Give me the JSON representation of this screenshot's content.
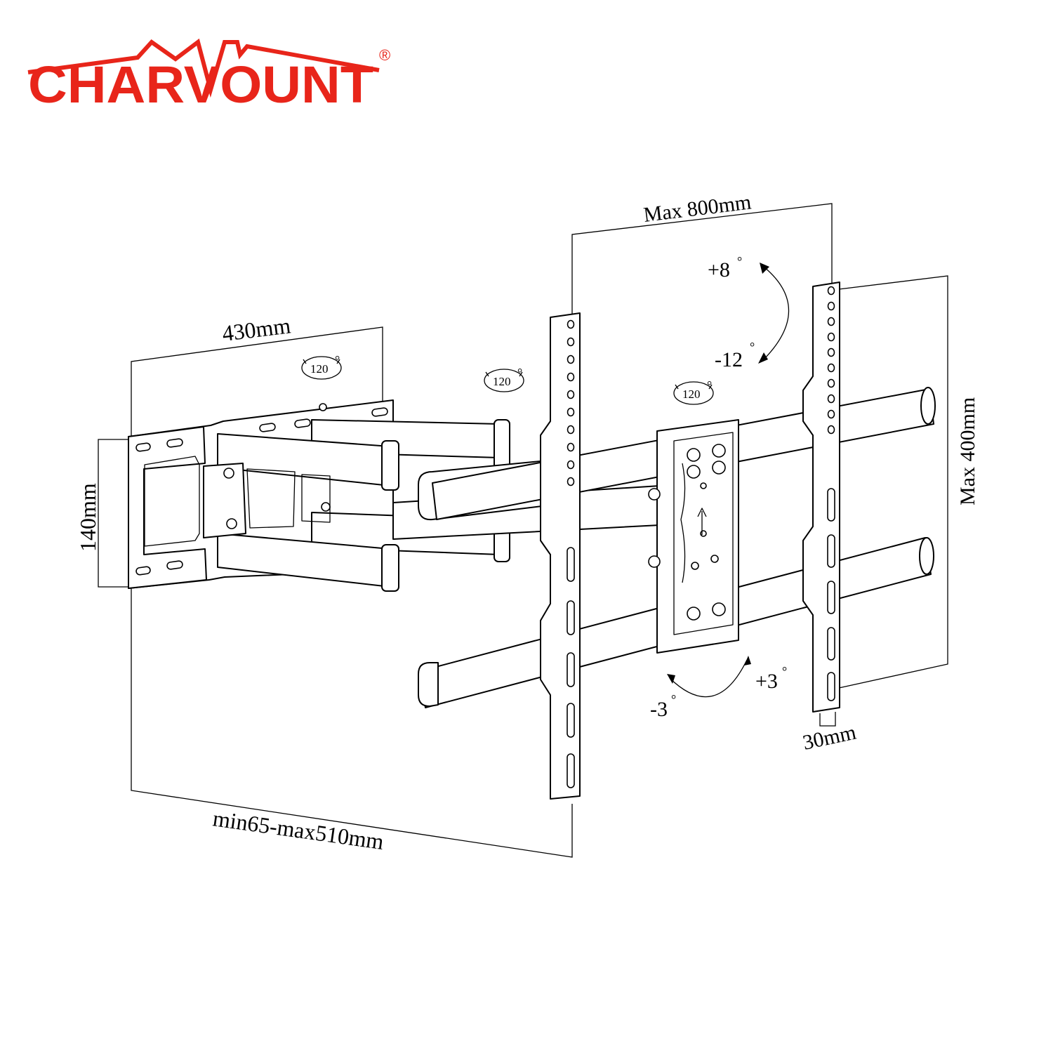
{
  "brand": {
    "name": "CHARVOUNT",
    "registered_mark": "®",
    "color": "#e8251a"
  },
  "dimensions": {
    "arm_width": "430mm",
    "wall_plate_height": "140mm",
    "extension": "min65-max510mm",
    "vesa_width": "Max 800mm",
    "vesa_height": "Max 400mm",
    "profile": "30mm"
  },
  "tilt": {
    "up": "+8",
    "down": "-12"
  },
  "level": {
    "minus": "-3",
    "plus": "+3"
  },
  "swivel_badges": [
    "120",
    "120",
    "120"
  ],
  "degree_symbol": "°",
  "line_color": "#000000"
}
